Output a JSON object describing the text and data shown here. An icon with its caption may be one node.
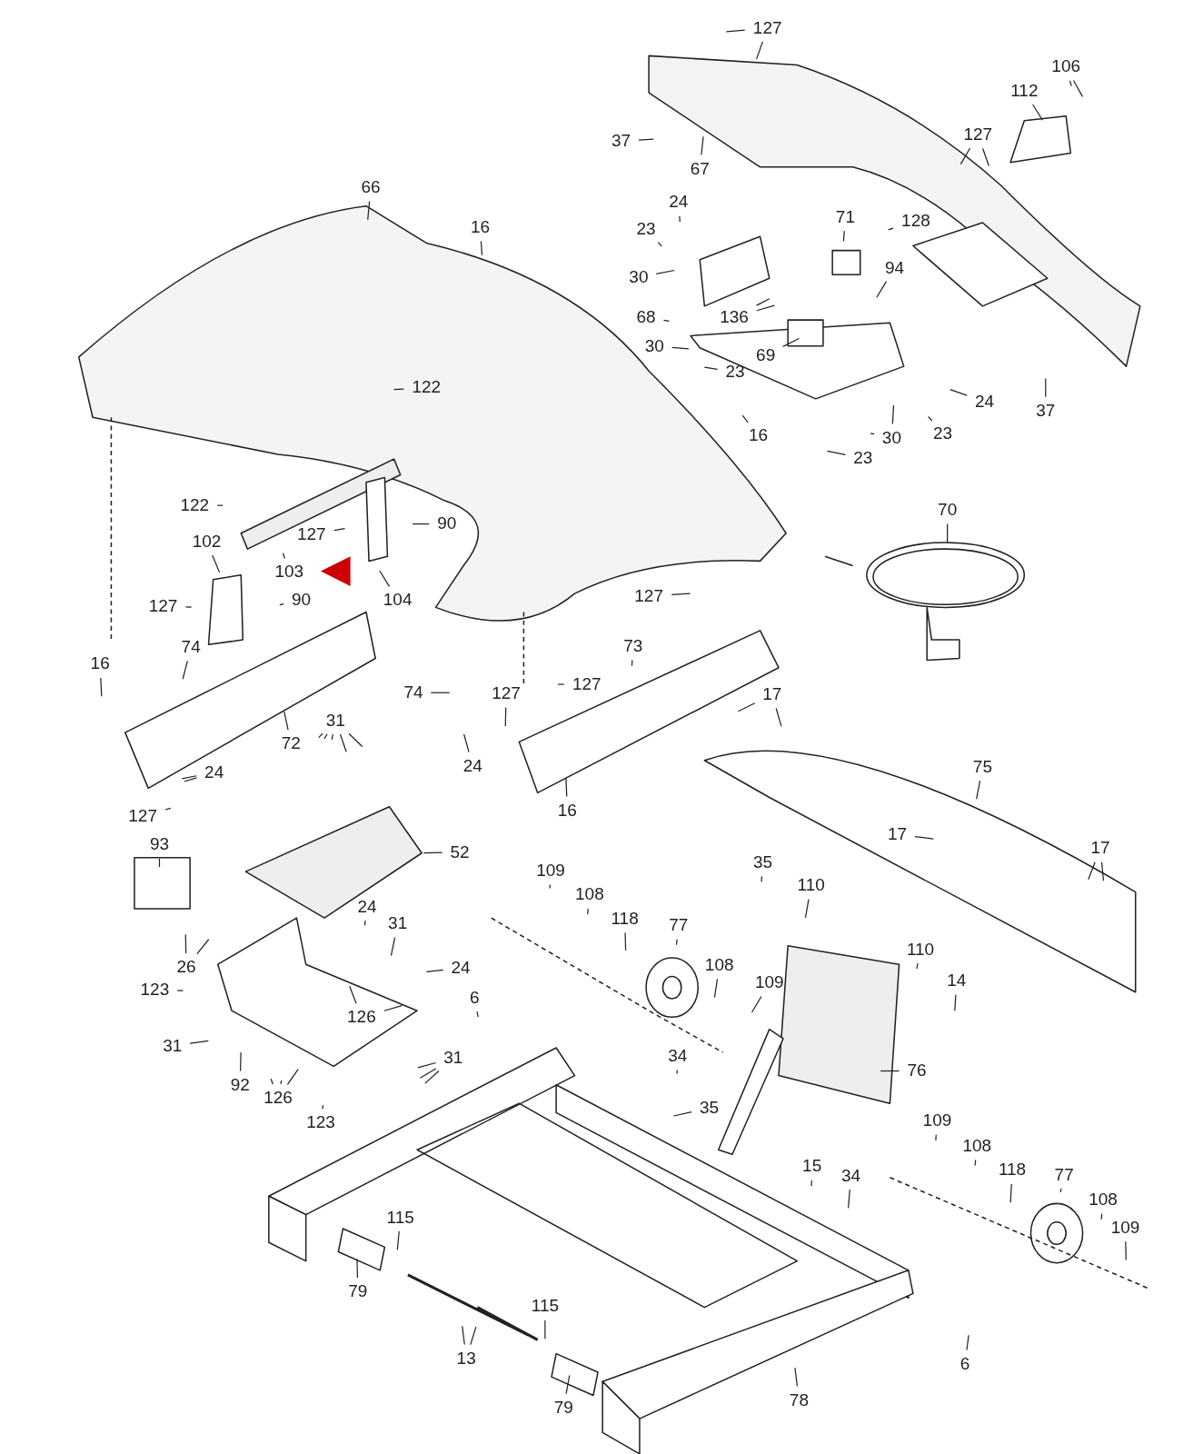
{
  "diagram": {
    "nodes": [
      {
        "text": [
          "127"
        ]
      },
      {
        "text": [
          "106"
        ]
      },
      {
        "text": [
          "112"
        ]
      },
      {
        "text": [
          "127"
        ]
      },
      {
        "text": [
          "37"
        ]
      },
      {
        "text": [
          "67"
        ]
      },
      {
        "text": [
          "66"
        ]
      },
      {
        "text": [
          "24"
        ]
      },
      {
        "text": [
          "71"
        ]
      },
      {
        "text": [
          "16"
        ]
      },
      {
        "text": [
          "23"
        ]
      },
      {
        "text": [
          "128"
        ]
      },
      {
        "text": [
          "94"
        ]
      },
      {
        "text": [
          "30"
        ]
      },
      {
        "text": [
          "68"
        ]
      },
      {
        "text": [
          "136"
        ]
      },
      {
        "text": [
          "69"
        ]
      },
      {
        "text": [
          "30"
        ]
      },
      {
        "text": [
          "23"
        ]
      },
      {
        "text": [
          "122"
        ]
      },
      {
        "text": [
          "24"
        ]
      },
      {
        "text": [
          "37"
        ]
      },
      {
        "text": [
          "16"
        ]
      },
      {
        "text": [
          "30"
        ]
      },
      {
        "text": [
          "23"
        ]
      },
      {
        "text": [
          "23"
        ]
      },
      {
        "text": [
          "122"
        ]
      },
      {
        "text": [
          "70"
        ]
      },
      {
        "text": [
          "90"
        ]
      },
      {
        "text": [
          "127"
        ]
      },
      {
        "text": [
          "102"
        ]
      },
      {
        "text": [
          "103"
        ]
      },
      {
        "text": [
          "104"
        ]
      },
      {
        "text": [
          "127"
        ]
      },
      {
        "text": [
          "90"
        ]
      },
      {
        "text": [
          "127"
        ]
      },
      {
        "text": [
          "73"
        ]
      },
      {
        "text": [
          "16"
        ]
      },
      {
        "text": [
          "74"
        ]
      },
      {
        "text": [
          "74"
        ]
      },
      {
        "text": [
          "127"
        ]
      },
      {
        "text": [
          "127"
        ]
      },
      {
        "text": [
          "17"
        ]
      },
      {
        "text": [
          "31"
        ]
      },
      {
        "text": [
          "72"
        ]
      },
      {
        "text": [
          "24"
        ]
      },
      {
        "text": [
          "75"
        ]
      },
      {
        "text": [
          "24"
        ]
      },
      {
        "text": [
          "127"
        ]
      },
      {
        "text": [
          "16"
        ]
      },
      {
        "text": [
          "93"
        ]
      },
      {
        "text": [
          "52"
        ]
      },
      {
        "text": [
          "17"
        ]
      },
      {
        "text": [
          "17"
        ]
      },
      {
        "text": [
          "35"
        ]
      },
      {
        "text": [
          "109"
        ]
      },
      {
        "text": [
          "108"
        ]
      },
      {
        "text": [
          "110"
        ]
      },
      {
        "text": [
          "118"
        ]
      },
      {
        "text": [
          "77"
        ]
      },
      {
        "text": [
          "24"
        ]
      },
      {
        "text": [
          "31"
        ]
      },
      {
        "text": [
          "110"
        ]
      },
      {
        "text": [
          "26"
        ]
      },
      {
        "text": [
          "24"
        ]
      },
      {
        "text": [
          "108"
        ]
      },
      {
        "text": [
          "14"
        ]
      },
      {
        "text": [
          "123"
        ]
      },
      {
        "text": [
          "109"
        ]
      },
      {
        "text": [
          "6"
        ]
      },
      {
        "text": [
          "126"
        ]
      },
      {
        "text": [
          "31"
        ]
      },
      {
        "text": [
          "31"
        ]
      },
      {
        "text": [
          "34"
        ]
      },
      {
        "text": [
          "92"
        ]
      },
      {
        "text": [
          "76"
        ]
      },
      {
        "text": [
          "126"
        ]
      },
      {
        "text": [
          "35"
        ]
      },
      {
        "text": [
          "123"
        ]
      },
      {
        "text": [
          "109"
        ]
      },
      {
        "text": [
          "108"
        ]
      },
      {
        "text": [
          "15"
        ]
      },
      {
        "text": [
          "34"
        ]
      },
      {
        "text": [
          "118"
        ]
      },
      {
        "text": [
          "77"
        ]
      },
      {
        "text": [
          "108"
        ]
      },
      {
        "text": [
          "115"
        ]
      },
      {
        "text": [
          "109"
        ]
      },
      {
        "text": [
          "79"
        ]
      },
      {
        "text": [
          "115"
        ]
      },
      {
        "text": [
          "13"
        ]
      },
      {
        "text": [
          "6"
        ]
      },
      {
        "text": [
          "78"
        ]
      },
      {
        "text": [
          "79"
        ]
      }
    ],
    "edges": [
      {
        "from": 0,
        "to": null,
        "arrow": "none"
      },
      {
        "from": 0,
        "to": null,
        "arrow": "none"
      },
      {
        "from": 1,
        "to": null,
        "arrow": "none"
      },
      {
        "from": 1,
        "to": null,
        "arrow": "none"
      },
      {
        "from": 2,
        "to": null,
        "arrow": "none"
      },
      {
        "from": 3,
        "to": null,
        "arrow": "none"
      },
      {
        "from": 3,
        "to": null,
        "arrow": "none"
      },
      {
        "from": 4,
        "to": null,
        "arrow": "none"
      },
      {
        "from": 5,
        "to": null,
        "arrow": "none"
      },
      {
        "from": 6,
        "to": null,
        "arrow": "none"
      },
      {
        "from": 7,
        "to": null,
        "arrow": "none"
      },
      {
        "from": 8,
        "to": null,
        "arrow": "none"
      },
      {
        "from": 9,
        "to": null,
        "arrow": "none"
      },
      {
        "from": 10,
        "to": null,
        "arrow": "none"
      },
      {
        "from": 11,
        "to": null,
        "arrow": "none"
      },
      {
        "from": 12,
        "to": null,
        "arrow": "none"
      },
      {
        "from": 13,
        "to": null,
        "arrow": "none"
      },
      {
        "from": 14,
        "to": null,
        "arrow": "none"
      },
      {
        "from": 15,
        "to": null,
        "arrow": "none"
      },
      {
        "from": 15,
        "to": null,
        "arrow": "none"
      },
      {
        "from": 16,
        "to": null,
        "arrow": "none"
      },
      {
        "from": 17,
        "to": null,
        "arrow": "none"
      },
      {
        "from": 18,
        "to": null,
        "arrow": "none"
      },
      {
        "from": 19,
        "to": null,
        "arrow": "none"
      },
      {
        "from": 20,
        "to": null,
        "arrow": "none"
      },
      {
        "from": 21,
        "to": null,
        "arrow": "none"
      },
      {
        "from": 22,
        "to": null,
        "arrow": "none"
      },
      {
        "from": 23,
        "to": null,
        "arrow": "none"
      },
      {
        "from": 23,
        "to": null,
        "arrow": "none"
      },
      {
        "from": 24,
        "to": null,
        "arrow": "none"
      },
      {
        "from": 25,
        "to": null,
        "arrow": "none"
      },
      {
        "from": 26,
        "to": null,
        "arrow": "none"
      },
      {
        "from": 27,
        "to": null,
        "arrow": "none"
      },
      {
        "from": 28,
        "to": null,
        "arrow": "none"
      },
      {
        "from": 29,
        "to": null,
        "arrow": "none"
      },
      {
        "from": 30,
        "to": null,
        "arrow": "none"
      },
      {
        "from": 31,
        "to": null,
        "arrow": "none"
      },
      {
        "from": 32,
        "to": null,
        "arrow": "none"
      },
      {
        "from": 33,
        "to": null,
        "arrow": "none"
      },
      {
        "from": 34,
        "to": null,
        "arrow": "none"
      },
      {
        "from": 35,
        "to": null,
        "arrow": "none"
      },
      {
        "from": 36,
        "to": null,
        "arrow": "none"
      },
      {
        "from": 37,
        "to": null,
        "arrow": "none"
      },
      {
        "from": 38,
        "to": null,
        "arrow": "none"
      },
      {
        "from": 39,
        "to": null,
        "arrow": "none"
      },
      {
        "from": 40,
        "to": null,
        "arrow": "none"
      },
      {
        "from": 41,
        "to": null,
        "arrow": "none"
      },
      {
        "from": 42,
        "to": null,
        "arrow": "none"
      },
      {
        "from": 42,
        "to": null,
        "arrow": "none"
      },
      {
        "from": 43,
        "to": null,
        "arrow": "none"
      },
      {
        "from": 43,
        "to": null,
        "arrow": "none"
      },
      {
        "from": 43,
        "to": null,
        "arrow": "none"
      },
      {
        "from": 43,
        "to": null,
        "arrow": "none"
      },
      {
        "from": 43,
        "to": null,
        "arrow": "none"
      },
      {
        "from": 44,
        "to": null,
        "arrow": "none"
      },
      {
        "from": 45,
        "to": null,
        "arrow": "none"
      },
      {
        "from": 46,
        "to": null,
        "arrow": "none"
      },
      {
        "from": 47,
        "to": null,
        "arrow": "none"
      },
      {
        "from": 47,
        "to": null,
        "arrow": "none"
      },
      {
        "from": 48,
        "to": null,
        "arrow": "none"
      },
      {
        "from": 49,
        "to": null,
        "arrow": "none"
      },
      {
        "from": 50,
        "to": null,
        "arrow": "none"
      },
      {
        "from": 51,
        "to": null,
        "arrow": "none"
      },
      {
        "from": 52,
        "to": null,
        "arrow": "none"
      },
      {
        "from": 53,
        "to": null,
        "arrow": "none"
      },
      {
        "from": 53,
        "to": null,
        "arrow": "none"
      },
      {
        "from": 54,
        "to": null,
        "arrow": "none"
      },
      {
        "from": 55,
        "to": null,
        "arrow": "none"
      },
      {
        "from": 56,
        "to": null,
        "arrow": "none"
      },
      {
        "from": 57,
        "to": null,
        "arrow": "none"
      },
      {
        "from": 58,
        "to": null,
        "arrow": "none"
      },
      {
        "from": 59,
        "to": null,
        "arrow": "none"
      },
      {
        "from": 60,
        "to": null,
        "arrow": "none"
      },
      {
        "from": 61,
        "to": null,
        "arrow": "none"
      },
      {
        "from": 62,
        "to": null,
        "arrow": "none"
      },
      {
        "from": 63,
        "to": null,
        "arrow": "none"
      },
      {
        "from": 63,
        "to": null,
        "arrow": "none"
      },
      {
        "from": 64,
        "to": null,
        "arrow": "none"
      },
      {
        "from": 65,
        "to": null,
        "arrow": "none"
      },
      {
        "from": 66,
        "to": null,
        "arrow": "none"
      },
      {
        "from": 67,
        "to": null,
        "arrow": "none"
      },
      {
        "from": 68,
        "to": null,
        "arrow": "none"
      },
      {
        "from": 69,
        "to": null,
        "arrow": "none"
      },
      {
        "from": 70,
        "to": null,
        "arrow": "none"
      },
      {
        "from": 70,
        "to": null,
        "arrow": "none"
      },
      {
        "from": 71,
        "to": null,
        "arrow": "none"
      },
      {
        "from": 72,
        "to": null,
        "arrow": "none"
      },
      {
        "from": 72,
        "to": null,
        "arrow": "none"
      },
      {
        "from": 72,
        "to": null,
        "arrow": "none"
      },
      {
        "from": 73,
        "to": null,
        "arrow": "none"
      },
      {
        "from": 74,
        "to": null,
        "arrow": "none"
      },
      {
        "from": 75,
        "to": null,
        "arrow": "none"
      },
      {
        "from": 76,
        "to": null,
        "arrow": "none"
      },
      {
        "from": 76,
        "to": null,
        "arrow": "none"
      },
      {
        "from": 76,
        "to": null,
        "arrow": "none"
      },
      {
        "from": 77,
        "to": null,
        "arrow": "none"
      },
      {
        "from": 78,
        "to": null,
        "arrow": "none"
      },
      {
        "from": 79,
        "to": null,
        "arrow": "none"
      },
      {
        "from": 80,
        "to": null,
        "arrow": "none"
      },
      {
        "from": 81,
        "to": null,
        "arrow": "none"
      },
      {
        "from": 82,
        "to": null,
        "arrow": "none"
      },
      {
        "from": 83,
        "to": null,
        "arrow": "none"
      },
      {
        "from": 84,
        "to": null,
        "arrow": "none"
      },
      {
        "from": 85,
        "to": null,
        "arrow": "none"
      },
      {
        "from": 86,
        "to": null,
        "arrow": "none"
      },
      {
        "from": 87,
        "to": null,
        "arrow": "none"
      },
      {
        "from": 88,
        "to": null,
        "arrow": "none"
      },
      {
        "from": 89,
        "to": null,
        "arrow": "none"
      },
      {
        "from": 90,
        "to": null,
        "arrow": "none"
      },
      {
        "from": 90,
        "to": null,
        "arrow": "none"
      },
      {
        "from": 91,
        "to": null,
        "arrow": "none"
      },
      {
        "from": 92,
        "to": null,
        "arrow": "none"
      },
      {
        "from": 93,
        "to": null,
        "arrow": "none"
      }
    ]
  }
}
